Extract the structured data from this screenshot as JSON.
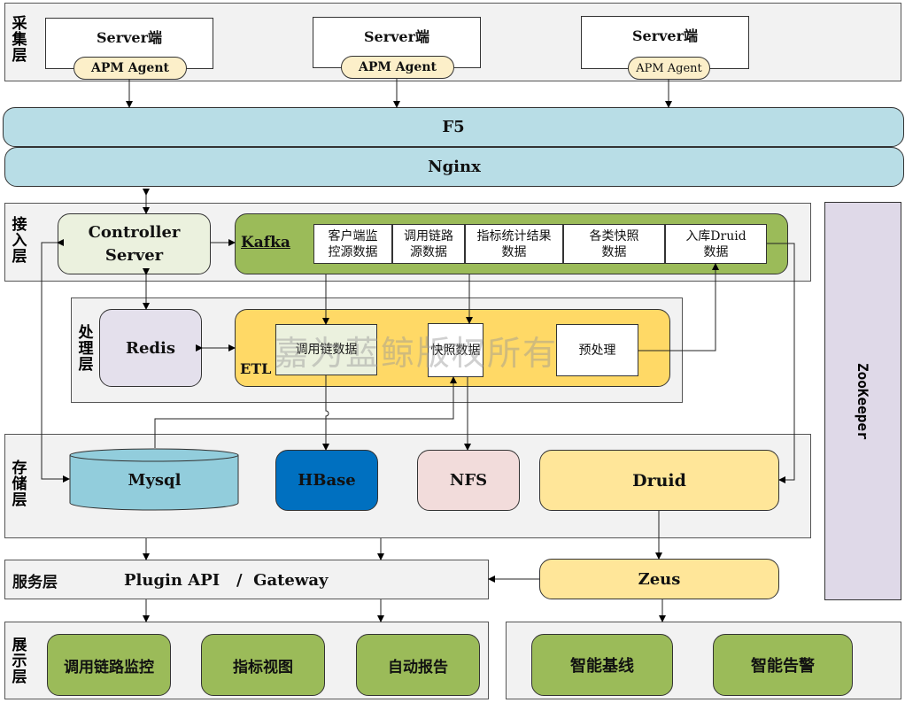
{
  "layers": {
    "collect": "采集层",
    "access": "接入层",
    "process": "处理层",
    "storage": "存储层",
    "service": "服务层",
    "display": "展示层"
  },
  "collect": {
    "servers": [
      {
        "label": "Server端",
        "agent": "APM Agent"
      },
      {
        "label": "Server端",
        "agent": "APM Agent"
      },
      {
        "label": "Server端",
        "agent": "APM Agent"
      }
    ]
  },
  "gateway": {
    "f5": "F5",
    "nginx": "Nginx"
  },
  "access": {
    "controller": {
      "line1": "Controller",
      "line2": "Server"
    },
    "kafka": {
      "label": "Kafka",
      "topics": [
        {
          "line1": "客户端监",
          "line2": "控源数据"
        },
        {
          "line1": "调用链路",
          "line2": "源数据"
        },
        {
          "line1": "指标统计结果",
          "line2": "数据"
        },
        {
          "line1": "各类快照",
          "line2": "数据"
        },
        {
          "line1": "入库Druid",
          "line2": "数据"
        }
      ]
    }
  },
  "process": {
    "redis": "Redis",
    "etl": {
      "label": "ETL",
      "items": [
        "调用链数据",
        "快照数据",
        "预处理"
      ]
    },
    "watermark": "嘉为蓝鲸版权所有"
  },
  "storage": {
    "mysql": "Mysql",
    "hbase": "HBase",
    "nfs": "NFS",
    "druid": "Druid"
  },
  "service": {
    "api": "Plugin API   /  Gateway",
    "zeus": "Zeus"
  },
  "display": {
    "left": [
      "调用链路监控",
      "指标视图",
      "自动报告"
    ],
    "right": [
      "智能基线",
      "智能告警"
    ]
  },
  "zookeeper": "ZooKeeper",
  "colors": {
    "layer_bg": "#f2f2f2",
    "band": "#b8dde6",
    "controller": "#ebf1de",
    "kafka": "#9bbb59",
    "etl": "#ffd966",
    "redis": "#e4e0ec",
    "mysql": "#92cddc",
    "hbase": "#0070c0",
    "nfs": "#f2dcdb",
    "druid": "#ffe699",
    "display_box": "#9bbb59",
    "zookeeper": "#dfd9e8",
    "agent": "#fcefc9"
  }
}
